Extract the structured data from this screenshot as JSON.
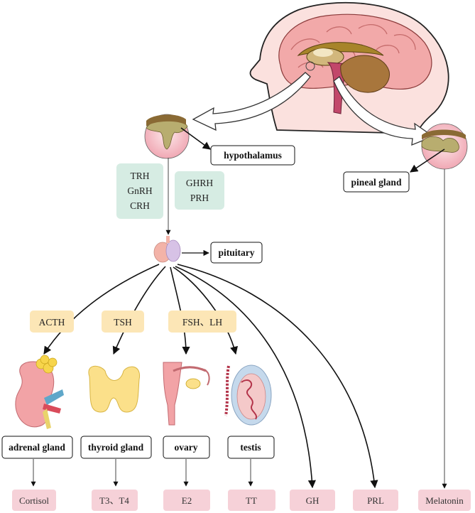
{
  "organs": {
    "hypothalamus": "hypothalamus",
    "pineal": "pineal gland",
    "pituitary": "pituitary",
    "adrenal": "adrenal gland",
    "thyroid": "thyroid gland",
    "ovary": "ovary",
    "testis": "testis"
  },
  "releasing_hormones": {
    "group1": [
      "TRH",
      "GnRH",
      "CRH"
    ],
    "group2": [
      "GHRH",
      "PRH"
    ]
  },
  "pituitary_hormones": {
    "acth": "ACTH",
    "tsh": "TSH",
    "fsh_lh": "FSH、LH"
  },
  "outputs": {
    "cortisol": "Cortisol",
    "t3t4": "T3、T4",
    "e2": "E2",
    "tt": "TT",
    "gh": "GH",
    "prl": "PRL",
    "melatonin": "Melatonin"
  },
  "colors": {
    "green_box": "#d6ece3",
    "yellow_box": "#fce6b6",
    "pink_box": "#f6d1d8",
    "skin": "#fbe1de",
    "brain": "#f2a9a9"
  }
}
